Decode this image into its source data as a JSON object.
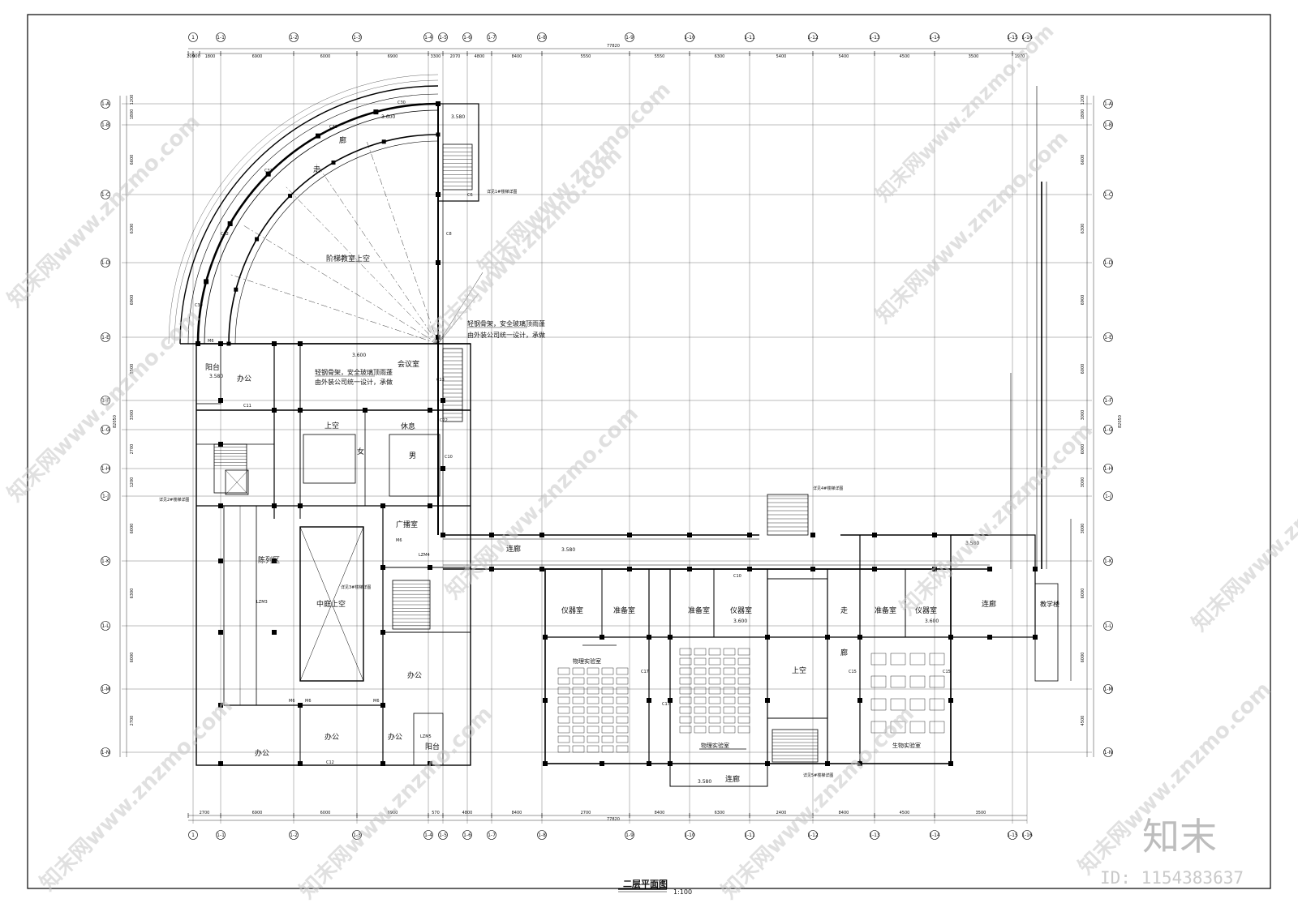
{
  "drawing": {
    "title": "二层平面图",
    "scale": "1:100",
    "overall_dim": "77820",
    "overall_height": "82050"
  },
  "rooms": [
    {
      "id": "lecture-void",
      "label": "阶梯教室上空"
    },
    {
      "id": "corridor-arc-a",
      "label": "走"
    },
    {
      "id": "corridor-arc-b",
      "label": "廊"
    },
    {
      "id": "meeting",
      "label": "会议室"
    },
    {
      "id": "office-nw",
      "label": "办公"
    },
    {
      "id": "balcony-nw",
      "label": "阳台"
    },
    {
      "id": "rest",
      "label": "休息"
    },
    {
      "id": "void-small",
      "label": "上空"
    },
    {
      "id": "female",
      "label": "女"
    },
    {
      "id": "male",
      "label": "男"
    },
    {
      "id": "broadcast",
      "label": "广播室"
    },
    {
      "id": "exhibit",
      "label": "陈列区"
    },
    {
      "id": "atrium-void",
      "label": "中庭上空"
    },
    {
      "id": "office-mid",
      "label": "办公"
    },
    {
      "id": "office-sw",
      "label": "办公"
    },
    {
      "id": "office-s1",
      "label": "办公"
    },
    {
      "id": "office-s2",
      "label": "办公"
    },
    {
      "id": "balcony-s",
      "label": "阳台"
    },
    {
      "id": "connector-a",
      "label": "连廊"
    },
    {
      "id": "instrument-1",
      "label": "仪器室"
    },
    {
      "id": "prep-1",
      "label": "准备室"
    },
    {
      "id": "prep-2",
      "label": "准备室"
    },
    {
      "id": "instrument-2",
      "label": "仪器室"
    },
    {
      "id": "physics-lab-1",
      "label": "物理实验室"
    },
    {
      "id": "physics-lab-2",
      "label": "物理实验室"
    },
    {
      "id": "void-lab",
      "label": "上空"
    },
    {
      "id": "corridor-v-a",
      "label": "走"
    },
    {
      "id": "corridor-v-b",
      "label": "廊"
    },
    {
      "id": "prep-3",
      "label": "准备室"
    },
    {
      "id": "instrument-3",
      "label": "仪器室"
    },
    {
      "id": "bio-lab",
      "label": "生物实验室"
    },
    {
      "id": "connector-b",
      "label": "连廊"
    },
    {
      "id": "connector-c",
      "label": "连廊"
    },
    {
      "id": "teaching-bldg",
      "label": "教学楼"
    }
  ],
  "notes": [
    "轻钢骨架，安全玻璃顶雨蓬",
    "由外装公司统一设计，承做",
    "轻钢骨架，安全玻璃顶雨蓬",
    "由外装公司统一设计，承做"
  ],
  "stair_refs": [
    "详见1#楼梯详图",
    "详见2#楼梯详图",
    "详见3#楼梯详图",
    "详见4#楼梯详图",
    "详见5#楼梯详图"
  ],
  "levels": [
    "3.600",
    "3.580",
    "3.600",
    "3.580",
    "3.580",
    "3.600",
    "3.600",
    "3.580",
    "3.580"
  ],
  "window_tags": [
    "C30",
    "C31",
    "C31",
    "C32",
    "C30",
    "C13",
    "C8",
    "C10",
    "C10",
    "C17",
    "C17",
    "C15",
    "C15",
    "C6",
    "C22",
    "M6",
    "M6",
    "M6",
    "M6",
    "M6",
    "LZM3",
    "LZM4",
    "LZM5",
    "C11",
    "C12"
  ],
  "grid_top": [
    "1",
    "1-1",
    "1-2",
    "1-3",
    "1-4",
    "1-5",
    "1-6",
    "1-7",
    "1-8",
    "1-9",
    "1-10",
    "1-11",
    "1-12",
    "1-13",
    "1-14",
    "1-15",
    "1-16"
  ],
  "grid_side": [
    "1-A",
    "1-B",
    "1-C",
    "1-D",
    "1-E",
    "1-F",
    "1-G",
    "1-H",
    "1-J",
    "1-K",
    "1-L",
    "1-M",
    "1-N"
  ],
  "top_dims": [
    "200",
    "900",
    "1800",
    "6900",
    "6000",
    "6900",
    "3300",
    "2070",
    "4800",
    "8400",
    "5550",
    "5550",
    "6300",
    "5400",
    "5400",
    "4500",
    "3500",
    "1970"
  ],
  "bottom_dims": [
    "2700",
    "6900",
    "6000",
    "6900",
    "570",
    "4800",
    "8400",
    "2700",
    "8400",
    "6300",
    "2400",
    "8400",
    "4500",
    "3500"
  ],
  "left_dims": [
    "1200",
    "1800",
    "6600",
    "6300",
    "6900",
    "5500",
    "3300",
    "2700",
    "1200",
    "6000",
    "6300",
    "6000",
    "2700"
  ],
  "right_dims": [
    "1200",
    "1800",
    "6600",
    "6300",
    "6900",
    "6000",
    "3000",
    "6000",
    "3000",
    "3000",
    "6000",
    "6000",
    "4500"
  ],
  "watermarks": [
    "知末网www.znzmo.com"
  ],
  "brand": {
    "logo": "知末",
    "id": "ID: 1154383637"
  }
}
